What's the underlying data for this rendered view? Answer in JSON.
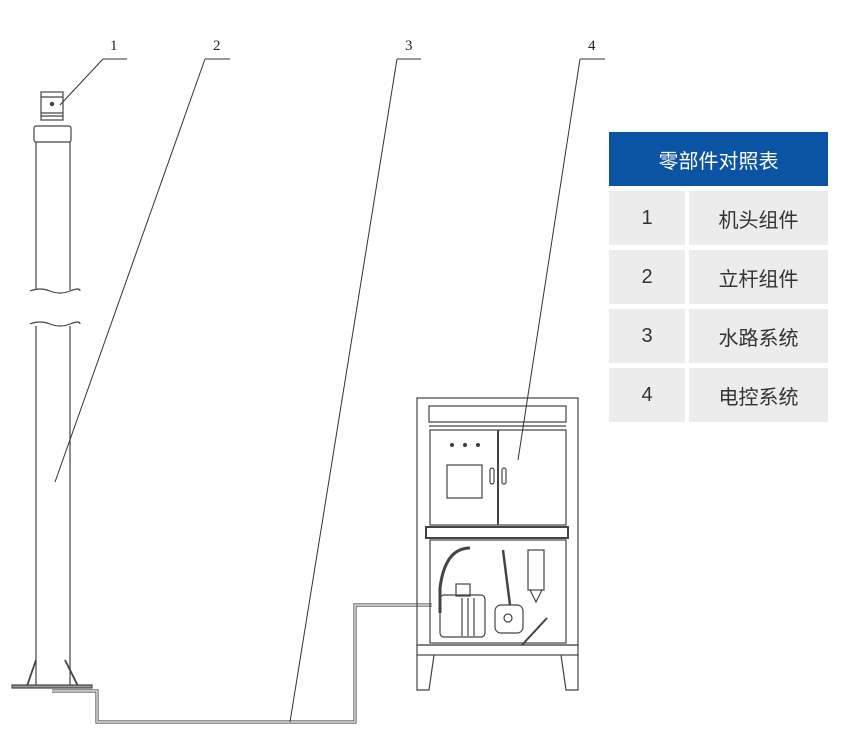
{
  "callouts": [
    "1",
    "2",
    "3",
    "4"
  ],
  "parts_table": {
    "title": "零部件对照表",
    "rows": [
      {
        "no": "1",
        "name": "机头组件"
      },
      {
        "no": "2",
        "name": "立杆组件"
      },
      {
        "no": "3",
        "name": "水路系统"
      },
      {
        "no": "4",
        "name": "电控系统"
      }
    ],
    "header_color": "#0b53a3",
    "cell_color": "#ececec"
  }
}
